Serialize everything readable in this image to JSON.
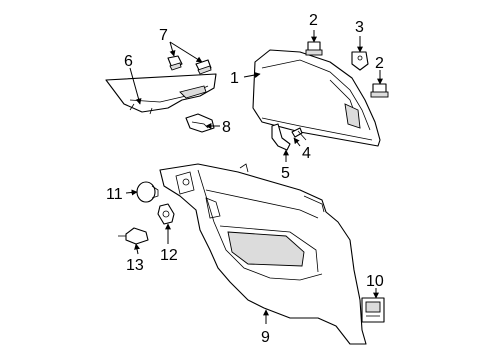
{
  "callouts": [
    {
      "id": "c1",
      "text": "1"
    },
    {
      "id": "c2a",
      "text": "2"
    },
    {
      "id": "c2b",
      "text": "2"
    },
    {
      "id": "c3",
      "text": "3"
    },
    {
      "id": "c4",
      "text": "4"
    },
    {
      "id": "c5",
      "text": "5"
    },
    {
      "id": "c6",
      "text": "6"
    },
    {
      "id": "c7",
      "text": "7"
    },
    {
      "id": "c8",
      "text": "8"
    },
    {
      "id": "c9",
      "text": "9"
    },
    {
      "id": "c10",
      "text": "10"
    },
    {
      "id": "c11",
      "text": "11"
    },
    {
      "id": "c12",
      "text": "12"
    },
    {
      "id": "c13",
      "text": "13"
    }
  ]
}
